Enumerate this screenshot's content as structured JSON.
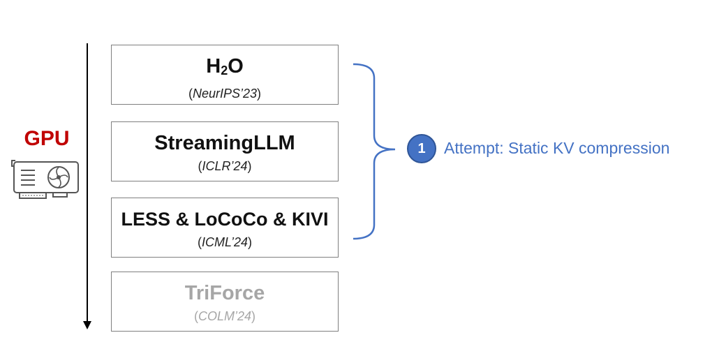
{
  "gpu": {
    "label": "GPU"
  },
  "methods": [
    {
      "name_main": "H",
      "name_sub": "2",
      "name_tail": "O",
      "venue_open": "(",
      "venue": "NeurIPS’23",
      "venue_close": ")",
      "faded": false
    },
    {
      "name_main": "StreamingLLM",
      "venue_open": "(",
      "venue": "ICLR’24",
      "venue_close": ")",
      "faded": false
    },
    {
      "name_main": "LESS & LoCoCo & KIVI",
      "venue_open": "(",
      "venue": "ICML’24",
      "venue_close": ")",
      "faded": false
    },
    {
      "name_main": "TriForce",
      "venue_open": "(",
      "venue": "COLM’24",
      "venue_close": ")",
      "faded": true
    }
  ],
  "attempt": {
    "number": "1",
    "text": "Attempt: Static KV compression"
  },
  "colors": {
    "gpu": "#c00000",
    "accent": "#4472c4",
    "faded": "#a6a6a6"
  },
  "icons": {
    "gpu": "graphics-card-icon"
  }
}
